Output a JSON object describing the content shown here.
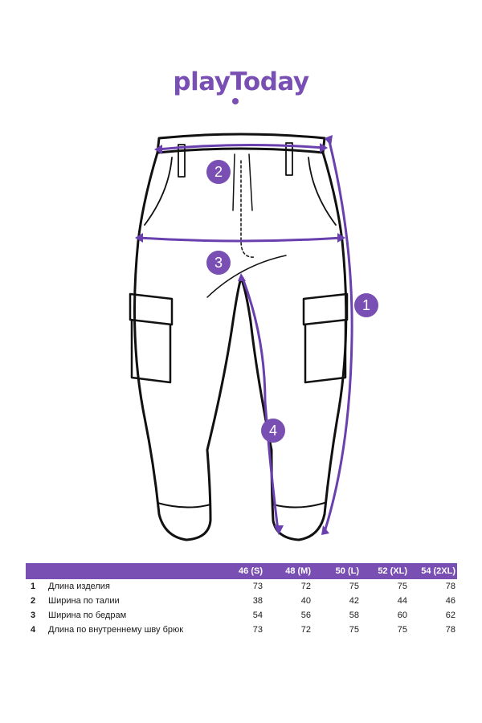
{
  "brand": {
    "logo_text": "playToday",
    "accent_color": "#7a4fb3"
  },
  "measurement_markers": [
    {
      "id": "1",
      "label": "1"
    },
    {
      "id": "2",
      "label": "2"
    },
    {
      "id": "3",
      "label": "3"
    },
    {
      "id": "4",
      "label": "4"
    }
  ],
  "size_table": {
    "columns": [
      "46 (S)",
      "48 (M)",
      "50 (L)",
      "52 (XL)",
      "54 (2XL)"
    ],
    "rows": [
      {
        "num": "1",
        "name": "Длина изделия",
        "values": [
          "73",
          "72",
          "75",
          "75",
          "78"
        ]
      },
      {
        "num": "2",
        "name": "Ширина по талии",
        "values": [
          "38",
          "40",
          "42",
          "44",
          "46"
        ]
      },
      {
        "num": "3",
        "name": "Ширина по бедрам",
        "values": [
          "54",
          "56",
          "58",
          "60",
          "62"
        ]
      },
      {
        "num": "4",
        "name": "Длина по внутреннему шву брюк",
        "values": [
          "73",
          "72",
          "75",
          "75",
          "78"
        ]
      }
    ]
  }
}
